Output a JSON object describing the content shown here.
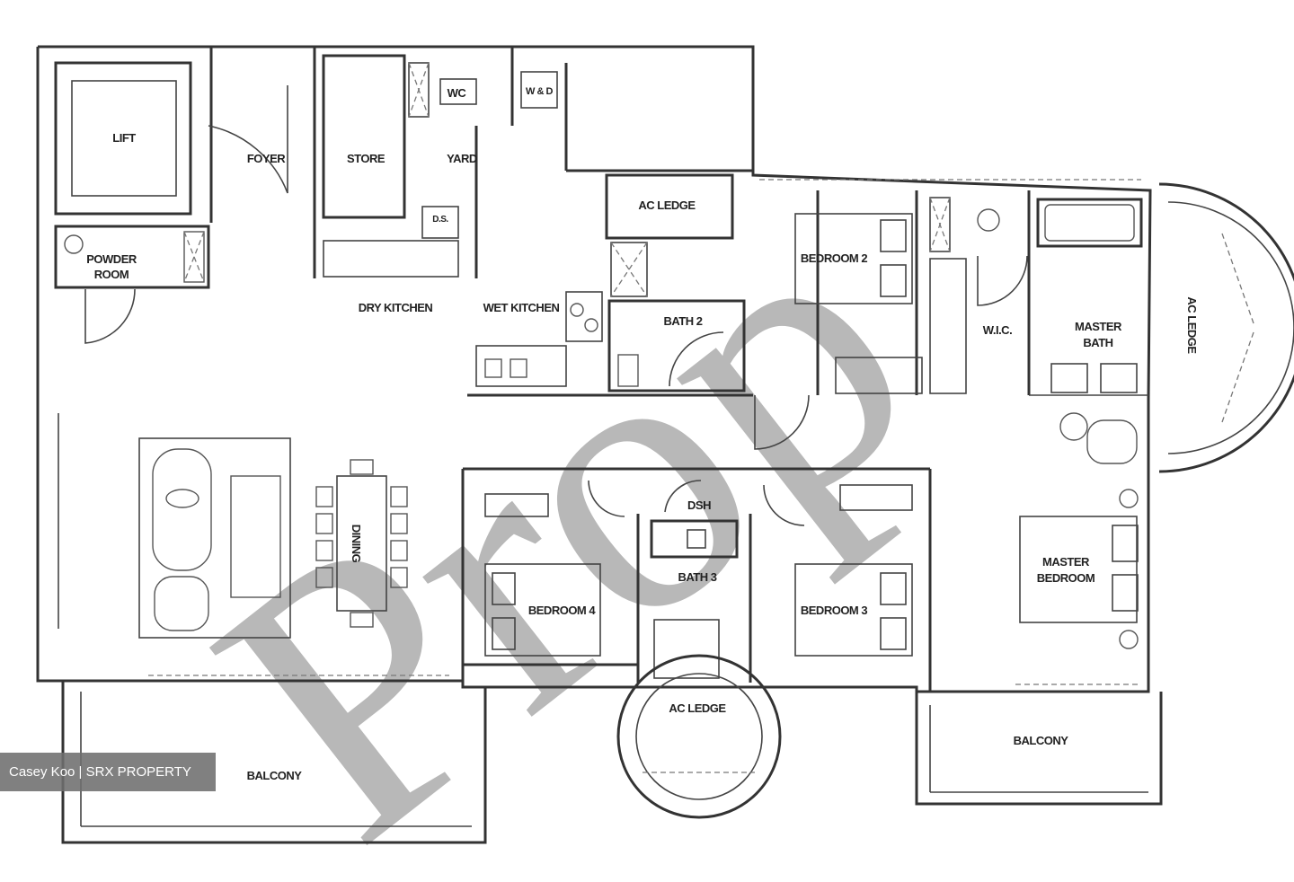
{
  "rooms": {
    "lift": "LIFT",
    "foyer": "FOYER",
    "store": "STORE",
    "wc": "WC",
    "wd": "W & D",
    "yard": "YARD",
    "ds": "D.S.",
    "powder": "POWDER",
    "powder2": "ROOM",
    "dry_kitchen": "DRY KITCHEN",
    "wet_kitchen": "WET KITCHEN",
    "ac_ledge_top": "AC LEDGE",
    "bath2": "BATH 2",
    "bedroom2": "BEDROOM 2",
    "wic": "W.I.C.",
    "master_bath": "MASTER",
    "master_bath2": "BATH",
    "ac_ledge_right": "AC LEDGE",
    "dining": "DINING",
    "dsh": "DSH",
    "bath3": "BATH 3",
    "bedroom4": "BEDROOM 4",
    "bedroom3": "BEDROOM 3",
    "master_bedroom": "MASTER",
    "master_bedroom2": "BEDROOM",
    "ac_ledge_bottom": "AC LEDGE",
    "balcony_left": "BALCONY",
    "balcony_right": "BALCONY"
  },
  "watermark": "Prop",
  "caption": "Casey Koo | SRX PROPERTY"
}
